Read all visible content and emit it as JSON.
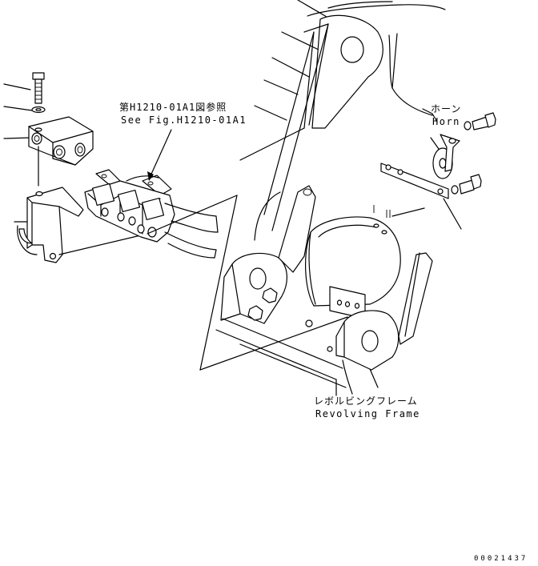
{
  "labels": {
    "ref_jp": "第H1210-01A1図参照",
    "ref_en": "See Fig.H1210-01A1",
    "horn_jp": "ホーン",
    "horn_en": "Horn",
    "frame_jp": "レボルビングフレーム",
    "frame_en": "Revolving Frame",
    "doc_number": "00021437"
  }
}
